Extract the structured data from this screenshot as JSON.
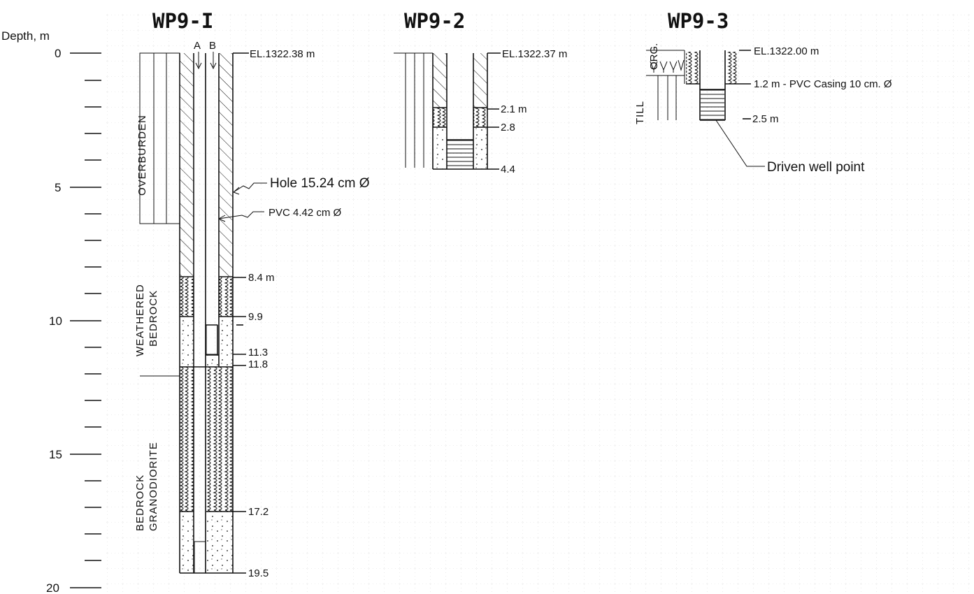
{
  "depth_axis": {
    "label": "Depth, m",
    "ticks": [
      "0",
      "5",
      "10",
      "15",
      "20"
    ]
  },
  "wells": {
    "wp9_1": {
      "title": "WP9-I",
      "elevation": "EL.1322.38 m",
      "pipe_a": "A",
      "pipe_b": "B",
      "hole": "Hole 15.24 cm Ø",
      "pvc": "PVC  4.42 cm Ø",
      "layers": [
        "OVERBURDEN",
        "WEATHERED",
        "BEDROCK",
        "BEDROCK",
        "GRANODIORITE"
      ],
      "depth_marks": [
        "8.4 m",
        "9.9",
        "11.3",
        "11.8",
        "17.2",
        "19.5"
      ]
    },
    "wp9_2": {
      "title": "WP9-2",
      "elevation": "EL.1322.37 m",
      "depth_marks": [
        "2.1 m",
        "2.8",
        "4.4"
      ]
    },
    "wp9_3": {
      "title": "WP9-3",
      "elevation": "EL.1322.00 m",
      "casing": "1.2 m - PVC Casing  10 cm. Ø",
      "depth_mark": "2.5 m",
      "layer_org": "ORG.",
      "layer_till": "TILL",
      "well_point": "Driven well point"
    }
  },
  "patterns": {
    "hatch": "diagonal-hatch",
    "weathered": "wavy-squiggle",
    "sand": "dot-stipple",
    "screen": "horizontal-lines"
  }
}
